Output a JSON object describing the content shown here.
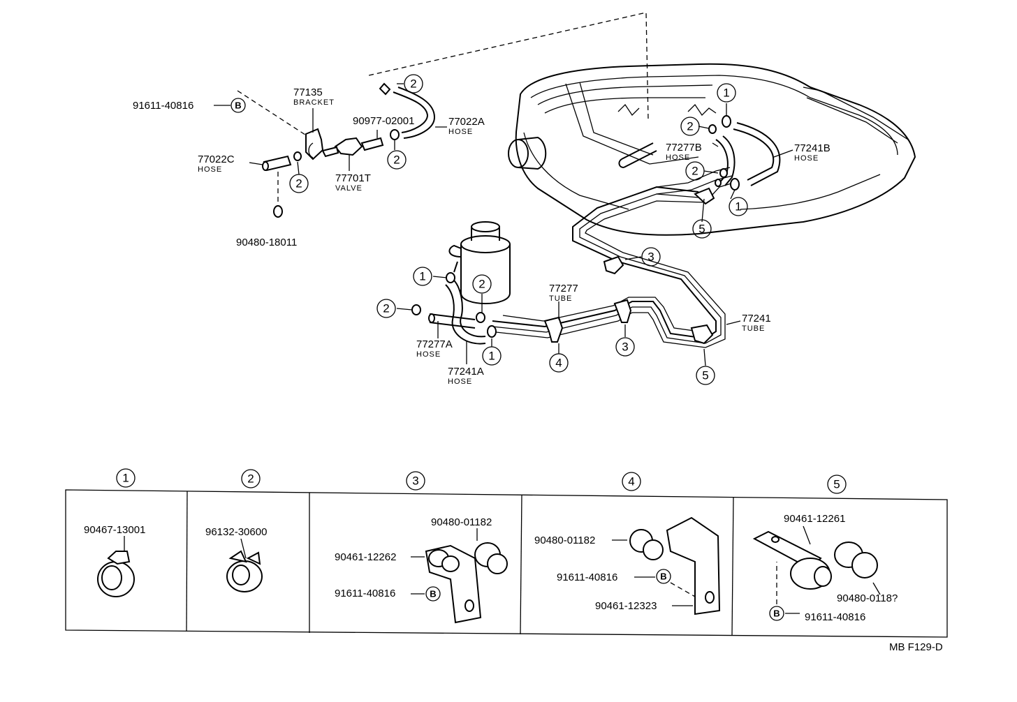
{
  "upper": {
    "p91611_top": "91611-40816",
    "b_letter": "B",
    "bracket_no": "77135",
    "bracket_word": "BRACKET",
    "p90977": "90977-02001",
    "hose_a_no": "77022A",
    "hose_word": "HOSE",
    "hose_c_no": "77022C",
    "valve_no": "77701T",
    "valve_word": "VALVE",
    "p90480": "90480-18011",
    "hose_277b_no": "77277B",
    "hose_241b_no": "77241B",
    "tube_277_no": "77277",
    "tube_word": "TUBE",
    "tube_241_no": "77241",
    "hose_277a_no": "77277A",
    "hose_241a_no": "77241A"
  },
  "callouts": {
    "c1": "1",
    "c2": "2",
    "c3": "3",
    "c4": "4",
    "c5": "5"
  },
  "table": {
    "col1_part": "90467-13001",
    "col2_part": "96132-30600",
    "col3_part_a": "90480-01182",
    "col3_part_b": "90461-12262",
    "col3_part_c": "91611-40816",
    "col4_part_a": "90480-01182",
    "col4_part_b": "91611-40816",
    "col4_part_c": "90461-12323",
    "col5_part_a": "90461-12261",
    "col5_part_b": "90480-0118?",
    "col5_part_c": "91611-40816"
  },
  "footer": {
    "code": "MB F129-D"
  }
}
